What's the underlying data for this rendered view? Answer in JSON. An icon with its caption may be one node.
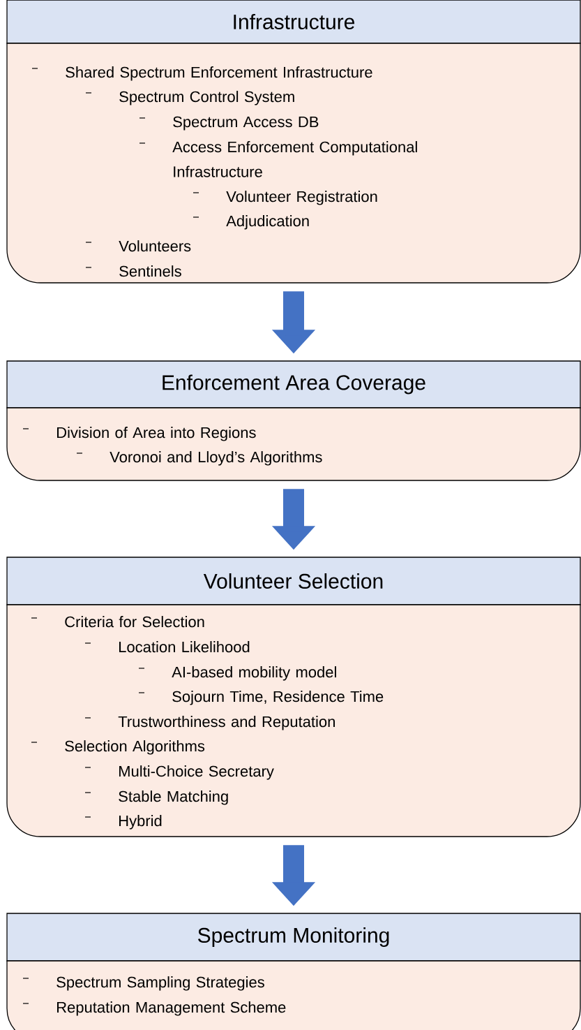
{
  "diagram": {
    "nodes": [
      {
        "text": [
          "Infrastructure"
        ]
      },
      {
        "text": [
          "Shared Spectrum Enforcement Infrastructure",
          "Spectrum Control System",
          "Spectrum Access DB",
          "Access Enforcement Computational Infrastructure",
          "Volunteer Registration",
          "Adjudication",
          "Volunteers",
          "Sentinels"
        ]
      },
      {
        "text": [
          "Enforcement Area Coverage"
        ]
      },
      {
        "text": [
          "Division of Area into Regions",
          "Voronoi and Lloyd’s Algorithms"
        ]
      },
      {
        "text": [
          "Volunteer Selection"
        ]
      },
      {
        "text": [
          "Criteria for Selection",
          "Location Likelihood",
          "AI-based mobility model",
          "Sojourn Time, Residence Time",
          "Trustworthiness and Reputation",
          "Selection Algorithms",
          "Multi-Choice Secretary",
          "Stable Matching",
          "Hybrid"
        ]
      },
      {
        "text": [
          "Spectrum Monitoring"
        ]
      },
      {
        "text": [
          "Spectrum Sampling Strategies",
          "Reputation Management Scheme"
        ]
      }
    ],
    "edges": [
      {
        "from": 1,
        "to": 2,
        "arrow": "to"
      },
      {
        "from": 3,
        "to": 4,
        "arrow": "to"
      },
      {
        "from": 5,
        "to": 6,
        "arrow": "to"
      }
    ]
  }
}
